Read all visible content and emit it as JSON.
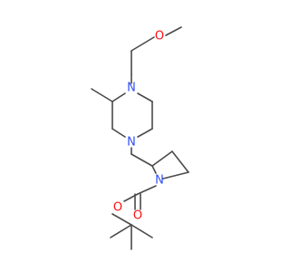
{
  "atom_labels": {
    "methoxy_oxygen": "O",
    "piperazine_n4": "N",
    "piperazine_n1": "N",
    "azetidine_n": "N",
    "ester_oxygen": "O",
    "carbonyl_oxygen": "O"
  },
  "colors": {
    "bond": "#4a4a4a",
    "nitrogen": "#3050f8",
    "oxygen": "#ff0d0d"
  }
}
